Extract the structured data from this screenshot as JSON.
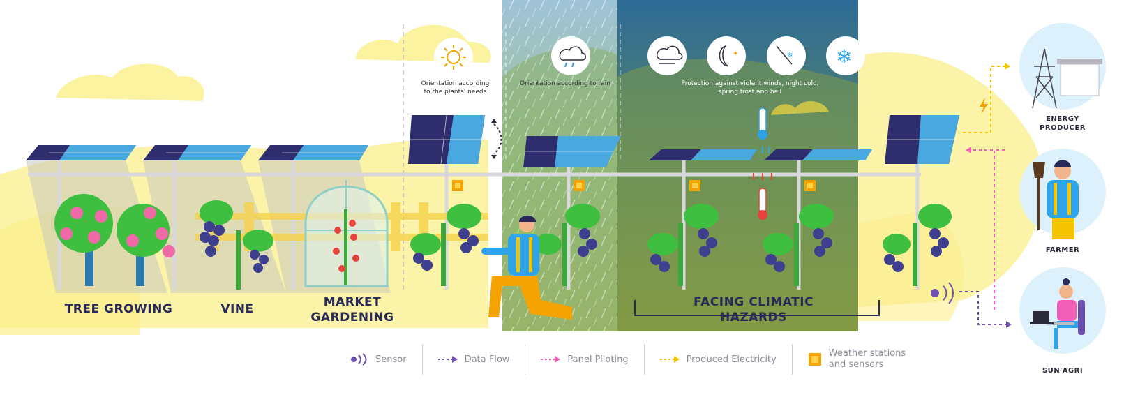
{
  "categories": {
    "tree_growing": "TREE GROWING",
    "vine": "VINE",
    "market_gardening_1": "MARKET",
    "market_gardening_2": "GARDENING",
    "climatic_1": "FACING CLIMATIC",
    "climatic_2": "HAZARDS"
  },
  "captions": {
    "plants_1": "Orientation according",
    "plants_2": "to the plants' needs",
    "rain": "Orientation according to rain",
    "protect_1": "Protection against violent winds, night cold,",
    "protect_2": "spring frost and hail"
  },
  "roles": {
    "energy_1": "ENERGY",
    "energy_2": "PRODUCER",
    "farmer": "FARMER",
    "sunagri": "SUN'AGRI"
  },
  "legend": {
    "sensor": "Sensor",
    "data_flow": "Data Flow",
    "panel_piloting": "Panel Piloting",
    "produced_electricity": "Produced Electricity",
    "weather_1": "Weather stations",
    "weather_2": "and sensors"
  },
  "colors": {
    "navy": "#2a2a5a",
    "yellow_bg": "#fbf3a0",
    "purple": "#6f4fb0",
    "pink": "#ef5fb8",
    "gold": "#f5c400",
    "sensor_orange": "#f5a300",
    "plant_green": "#3aa83a",
    "grape": "#3f3f8f"
  },
  "icons": [
    "sun-icon",
    "rain-cloud-icon",
    "wind-cloud-icon",
    "night-moon-icon",
    "hail-icon",
    "snowflake-icon",
    "thermometer-cold-icon",
    "thermometer-hot-icon",
    "lightning-icon",
    "pylon-icon",
    "shovel-icon",
    "laptop-icon",
    "sensor-icon"
  ]
}
